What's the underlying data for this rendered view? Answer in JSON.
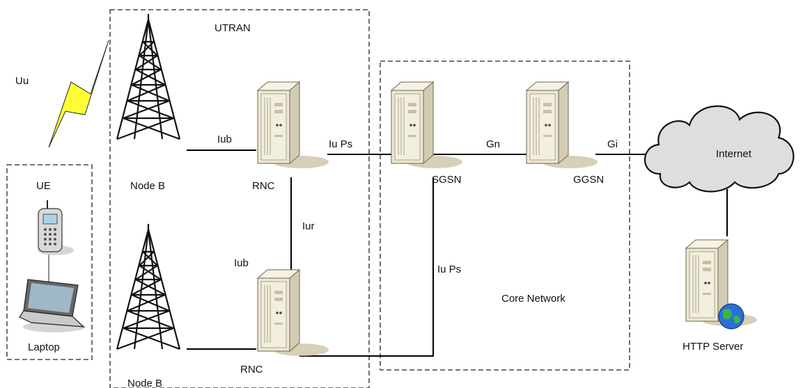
{
  "labels": {
    "utran": "UTRAN",
    "uu": "Uu",
    "ue": "UE",
    "laptop": "Laptop",
    "node_b_top": "Node B",
    "node_b_bottom": "Node B",
    "rnc_top": "RNC",
    "rnc_bottom": "RNC",
    "sgsn": "SGSN",
    "ggsn": "GGSN",
    "internet": "Internet",
    "http_server": "HTTP Server",
    "core_network": "Core Network"
  },
  "interfaces": {
    "iub_top": "Iub",
    "iub_bottom": "Iub",
    "iur": "Iur",
    "iu_ps_top": "Iu Ps",
    "iu_ps_bottom": "Iu Ps",
    "gn": "Gn",
    "gi": "Gi"
  },
  "colors": {
    "server_body": "#ece7d3",
    "server_front": "#f3efdf",
    "lightning": "#ffff33",
    "cloud": "#dedede",
    "globe": "#2a6fd6"
  }
}
